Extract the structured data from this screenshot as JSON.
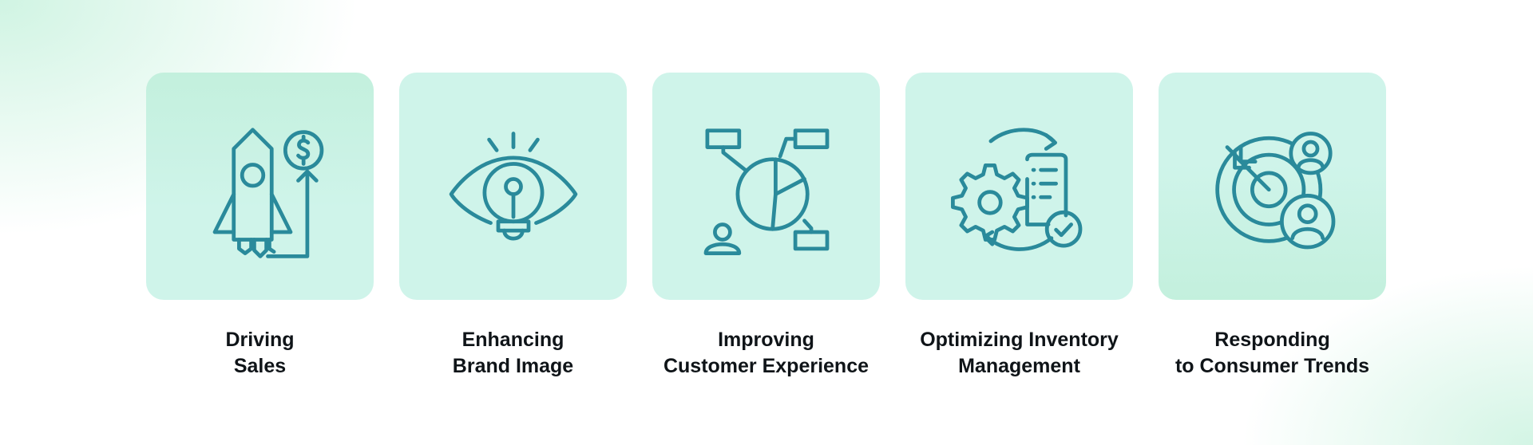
{
  "colors": {
    "tile": "#cff4ea",
    "icon_stroke": "#2a8a9b",
    "text": "#0f1418"
  },
  "cards": [
    {
      "icon": "rocket-dollar-icon",
      "line1": "Driving",
      "line2": "Sales"
    },
    {
      "icon": "eye-lightbulb-icon",
      "line1": "Enhancing",
      "line2": "Brand Image"
    },
    {
      "icon": "pie-chart-network-icon",
      "line1": "Improving",
      "line2": "Customer Experience"
    },
    {
      "icon": "gear-document-cycle-icon",
      "line1": "Optimizing Inventory",
      "line2": "Management"
    },
    {
      "icon": "target-users-icon",
      "line1": "Responding",
      "line2": "to Consumer Trends"
    }
  ]
}
